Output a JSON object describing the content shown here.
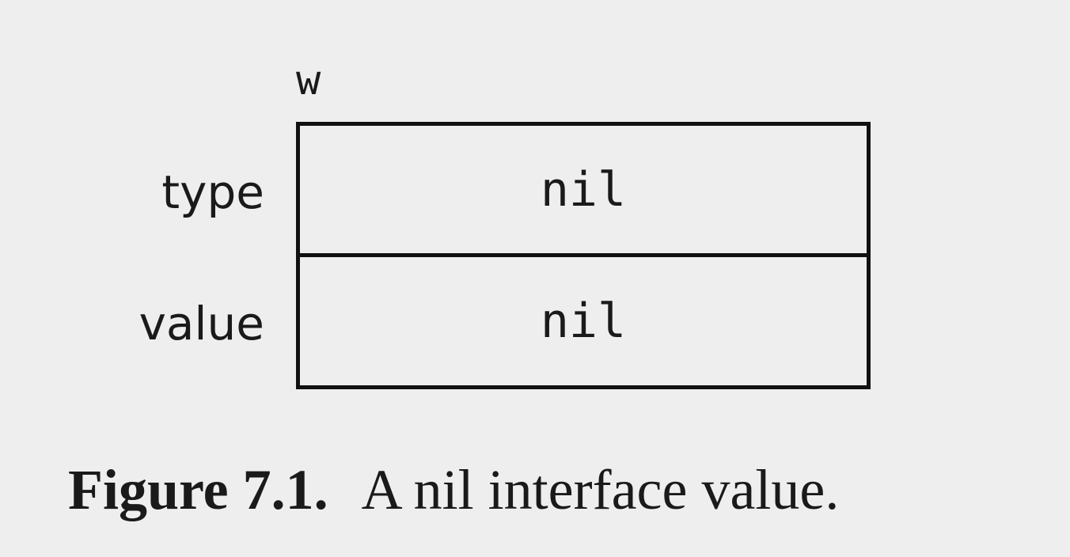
{
  "diagram": {
    "variable_name": "w",
    "fields": [
      {
        "label": "type",
        "value": "nil"
      },
      {
        "label": "value",
        "value": "nil"
      }
    ]
  },
  "caption": {
    "number": "Figure 7.1.",
    "text": "A nil interface value."
  }
}
